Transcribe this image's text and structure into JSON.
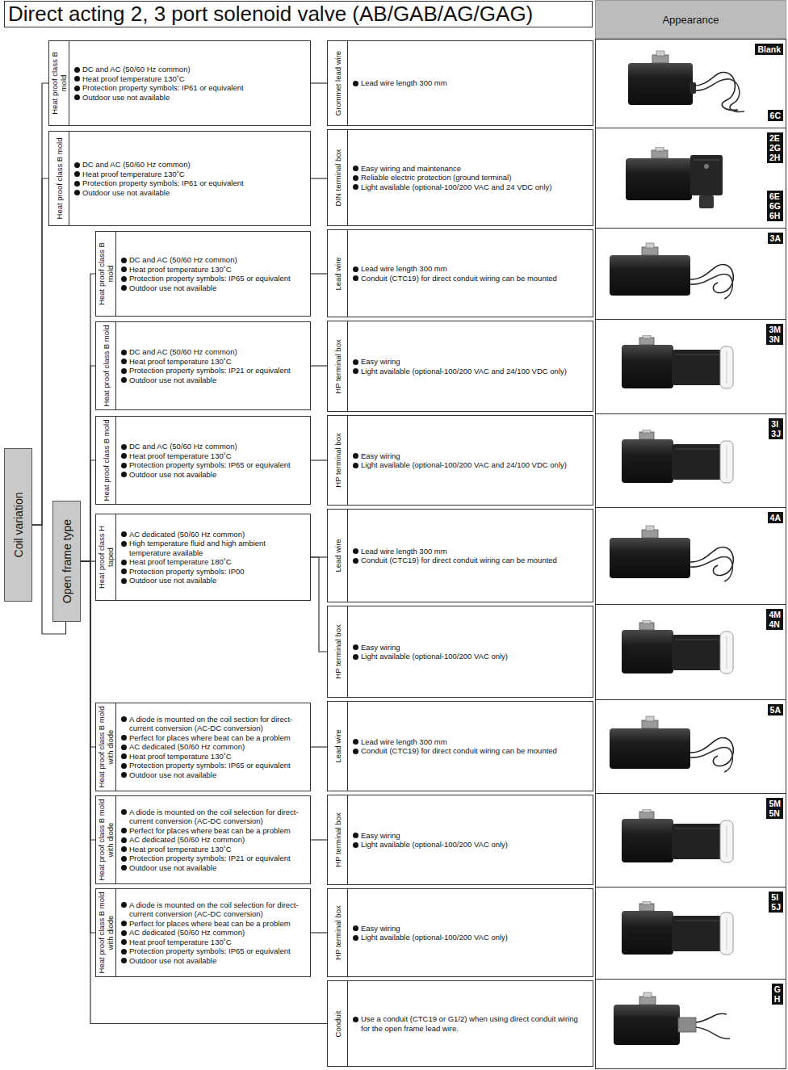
{
  "diagram": {
    "title": "Direct acting 2, 3 port solenoid valve (AB/GAB/AG/GAG)",
    "nodes": [
      {
        "text": [
          "Appearance"
        ]
      },
      {
        "text": [
          "Coil variation"
        ]
      },
      {
        "text": [
          "Open frame type"
        ]
      },
      {
        "text": [
          "Heat proof class B mold",
          "DC and AC (50/60 Hz common)",
          "Heat proof temperature 130˚C",
          "Protection property symbols: IP61 or equivalent",
          "Outdoor use not available"
        ]
      },
      {
        "text": [
          "Grommet lead wire",
          "Lead wire length 300 mm"
        ]
      },
      {
        "text": [
          "Blank",
          "6C"
        ]
      },
      {
        "text": [
          "Heat proof class B mold",
          "DC and AC (50/60 Hz common)",
          "Heat proof temperature 130˚C",
          "Protection property symbols: IP61 or equivalent",
          "Outdoor use not available"
        ]
      },
      {
        "text": [
          "DIN terminal box",
          "Easy wiring and maintenance",
          "Reliable electric protection (ground terminal)",
          "Light available (optional-100/200 VAC and 24 VDC only)"
        ]
      },
      {
        "text": [
          "2E 2G 2H",
          "6E 6G 6H"
        ]
      },
      {
        "text": [
          "Heat proof class B mold",
          "DC and AC (50/60 Hz common)",
          "Heat proof temperature 130˚C",
          "Protection property symbols: IP65 or equivalent",
          "Outdoor use not available"
        ]
      },
      {
        "text": [
          "Lead wire",
          "Lead wire length 300 mm",
          "Conduit (CTC19) for direct conduit wiring can be mounted"
        ]
      },
      {
        "text": [
          "3A"
        ]
      },
      {
        "text": [
          "Heat proof class B mold",
          "DC and AC (50/60 Hz common)",
          "Heat proof temperature 130˚C",
          "Protection property symbols: IP21 or equivalent",
          "Outdoor use not available"
        ]
      },
      {
        "text": [
          "HP terminal box",
          "Easy wiring",
          "Light available (optional-100/200 VAC and 24/100 VDC only)"
        ]
      },
      {
        "text": [
          "3M 3N"
        ]
      },
      {
        "text": [
          "Heat proof class B mold",
          "DC and AC (50/60 Hz common)",
          "Heat proof temperature 130˚C",
          "Protection property symbols: IP65 or equivalent",
          "Outdoor use not available"
        ]
      },
      {
        "text": [
          "HP terminal box",
          "Easy wiring",
          "Light available (optional-100/200 VAC and 24/100 VDC only)"
        ]
      },
      {
        "text": [
          "3I 3J"
        ]
      },
      {
        "text": [
          "Heat proof class H taped",
          "AC dedicated (50/60 Hz common)",
          "High temperature fluid and high ambient temperature available",
          "Heat proof temperature 180˚C",
          "Protection property symbols: IP00",
          "Outdoor use not available"
        ]
      },
      {
        "text": [
          "Lead wire",
          "Lead wire length 300 mm",
          "Conduit (CTC19) for direct conduit wiring can be mounted"
        ]
      },
      {
        "text": [
          "4A"
        ]
      },
      {
        "text": [
          "HP terminal box",
          "Easy wiring",
          "Light available (optional-100/200 VAC only)"
        ]
      },
      {
        "text": [
          "4M 4N"
        ]
      },
      {
        "text": [
          "Heat proof class B mold with diode",
          "A diode is mounted on the coil section for direct-current conversion (AC-DC conversion)",
          "Perfect for places where beat can be a problem",
          "AC dedicated (50/60 Hz common)",
          "Heat proof temperature 130˚C",
          "Protection property symbols: IP65 or equivalent",
          "Outdoor use not available"
        ]
      },
      {
        "text": [
          "Lead wire",
          "Lead wire length 300 mm",
          "Conduit (CTC19) for direct conduit wiring can be mounted"
        ]
      },
      {
        "text": [
          "5A"
        ]
      },
      {
        "text": [
          "Heat proof class B mold with diode",
          "A diode is mounted on the coil selection for direct-current conversion (AC-DC conversion)",
          "Perfect for places where beat can be a problem",
          "AC dedicated (50/60 Hz common)",
          "Heat proof temperature 130˚C",
          "Protection property symbols: IP21 or equivalent",
          "Outdoor use not available"
        ]
      },
      {
        "text": [
          "HP terminal box",
          "Easy wiring",
          "Light available (optional-100/200 VAC only)"
        ]
      },
      {
        "text": [
          "5M 5N"
        ]
      },
      {
        "text": [
          "Heat proof class B mold with diode",
          "A diode is mounted on the coil selection for direct-current conversion (AC-DC conversion)",
          "Perfect for places where beat can be a problem",
          "AC dedicated (50/60 Hz common)",
          "Heat proof temperature 130˚C",
          "Protection property symbols: IP65 or equivalent",
          "Outdoor use not available"
        ]
      },
      {
        "text": [
          "HP terminal box",
          "Easy wiring",
          "Light available (optional-100/200 VAC only)"
        ]
      },
      {
        "text": [
          "5I 5J"
        ]
      },
      {
        "text": [
          "Conduit",
          "Use a conduit (CTC19 or G1/2) when using direct conduit wiring for the open frame lead wire."
        ]
      },
      {
        "text": [
          "G H"
        ]
      }
    ],
    "edges": [
      {
        "from": 1,
        "to": 3,
        "arrow": "none"
      },
      {
        "from": 1,
        "to": 6,
        "arrow": "none"
      },
      {
        "from": 1,
        "to": 2,
        "arrow": "none"
      },
      {
        "from": 2,
        "to": 9,
        "arrow": "none"
      },
      {
        "from": 2,
        "to": 12,
        "arrow": "none"
      },
      {
        "from": 2,
        "to": 15,
        "arrow": "none"
      },
      {
        "from": 2,
        "to": 18,
        "arrow": "none"
      },
      {
        "from": 2,
        "to": 23,
        "arrow": "none"
      },
      {
        "from": 2,
        "to": 26,
        "arrow": "none"
      },
      {
        "from": 2,
        "to": 29,
        "arrow": "none"
      },
      {
        "from": 2,
        "to": 32,
        "arrow": "none"
      },
      {
        "from": 3,
        "to": 4,
        "arrow": "none"
      },
      {
        "from": 6,
        "to": 7,
        "arrow": "none"
      },
      {
        "from": 9,
        "to": 10,
        "arrow": "none"
      },
      {
        "from": 12,
        "to": 13,
        "arrow": "none"
      },
      {
        "from": 15,
        "to": 16,
        "arrow": "none"
      },
      {
        "from": 18,
        "to": 19,
        "arrow": "none"
      },
      {
        "from": 18,
        "to": 21,
        "arrow": "none"
      },
      {
        "from": 23,
        "to": 24,
        "arrow": "none"
      },
      {
        "from": 26,
        "to": 27,
        "arrow": "none"
      },
      {
        "from": 29,
        "to": 30,
        "arrow": "none"
      }
    ]
  }
}
